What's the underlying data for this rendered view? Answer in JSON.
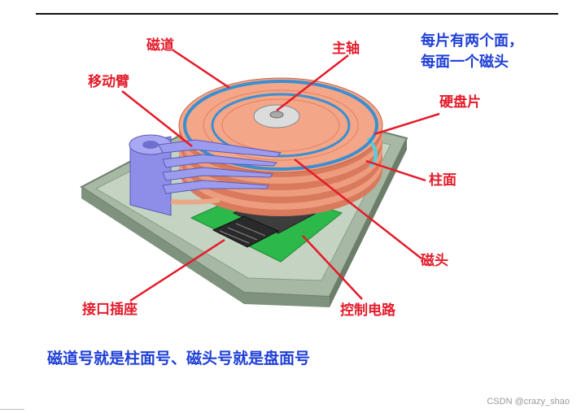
{
  "labels": {
    "track": "磁道",
    "spindle": "主轴",
    "moving_arm": "移动臂",
    "platter": "硬盘片",
    "cylinder": "柱面",
    "head": "磁头",
    "connector": "接口插座",
    "control_circuit": "控制电路"
  },
  "note": {
    "line1": "每片有两个面，",
    "line2": "每面一个磁头"
  },
  "summary": "磁道号就是柱面号、磁头号就是盘面号",
  "watermark": "CSDN @crazy_shao",
  "colors": {
    "label_red": "#e41b2a",
    "note_blue": "#1f3fd6",
    "platter_orange": "#ef9a78",
    "track_blue": "#3b8fd0",
    "arm_purple": "#8e8ee8",
    "base_green": "#9fb39f",
    "board_green": "#2db84a"
  }
}
